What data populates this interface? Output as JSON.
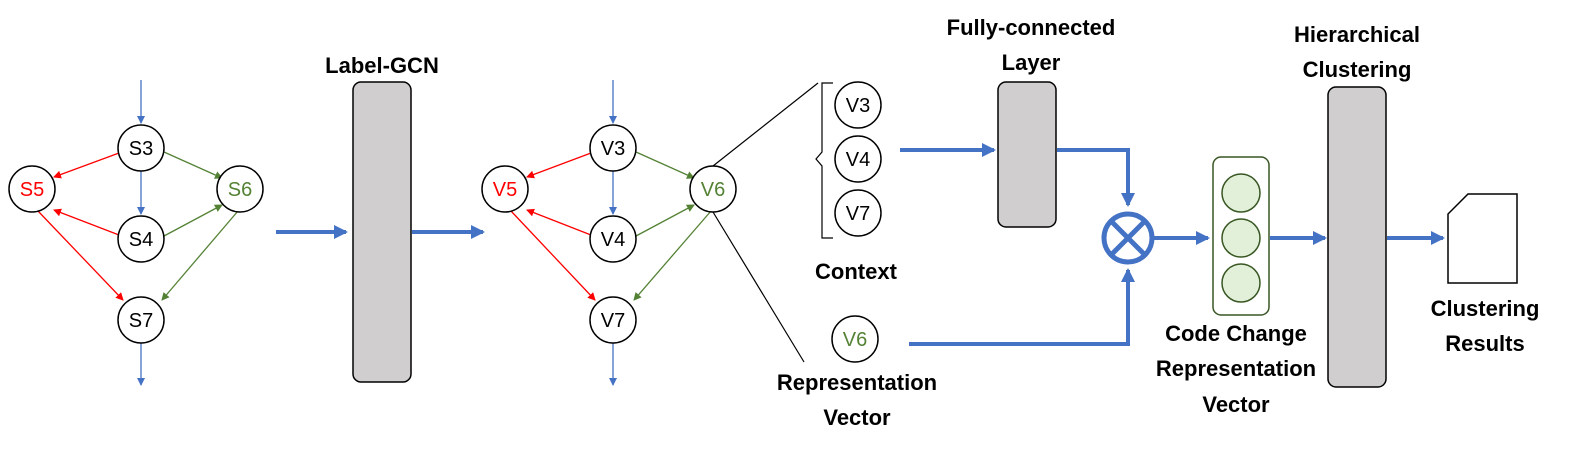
{
  "colors": {
    "black": "#000000",
    "red": "#ff0000",
    "green": "#548235",
    "blue": "#4472c4",
    "blue_thick": "#4472c4",
    "gray_box": "#d0cece",
    "light_green": "#e2f0d9",
    "green_stroke": "#385723"
  },
  "input_graph": {
    "nodes": {
      "s3": "S3",
      "s4": "S4",
      "s5": "S5",
      "s6": "S6",
      "s7": "S7"
    }
  },
  "label_gcn": {
    "title": "Label-GCN"
  },
  "output_graph": {
    "nodes": {
      "v3": "V3",
      "v4": "V4",
      "v5": "V5",
      "v6": "V6",
      "v7": "V7"
    }
  },
  "context": {
    "nodes": {
      "v3": "V3",
      "v4": "V4",
      "v7": "V7"
    },
    "label": "Context"
  },
  "representation": {
    "node": "V6",
    "label_line1": "Representation",
    "label_line2": "Vector"
  },
  "fc_layer": {
    "label_line1": "Fully-connected",
    "label_line2": "Layer"
  },
  "code_change": {
    "label_line1": "Code Change",
    "label_line2": "Representation",
    "label_line3": "Vector"
  },
  "clustering": {
    "label_line1": "Hierarchical",
    "label_line2": "Clustering"
  },
  "results": {
    "label_line1": "Clustering",
    "label_line2": "Results"
  }
}
